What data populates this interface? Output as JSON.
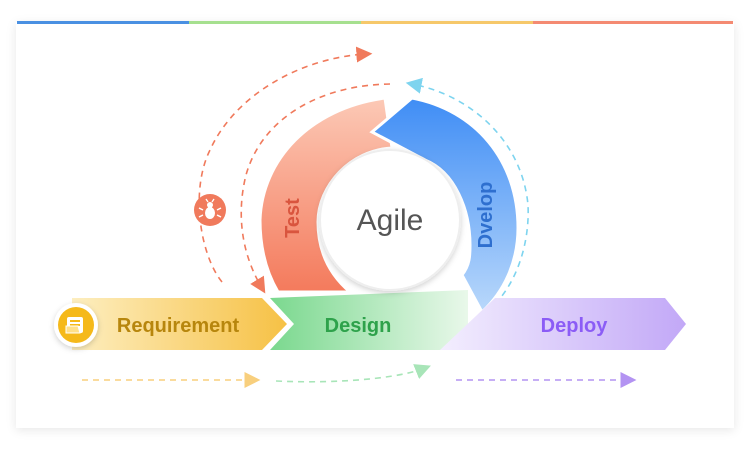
{
  "title_bar": {
    "colors": [
      "#4a90e2",
      "#a6e08f",
      "#f6c86a",
      "#f48a72"
    ]
  },
  "center": {
    "label": "Agile"
  },
  "cycle": {
    "test": {
      "label": "Test",
      "color": "#d9553e"
    },
    "dvelop": {
      "label": "Dvelop",
      "color": "#2e6fcf"
    }
  },
  "pipeline": {
    "requirement": {
      "label": "Requirement",
      "color": "#b7860d",
      "icon": "folder-document-icon"
    },
    "design": {
      "label": "Design",
      "color": "#2ea24b"
    },
    "deploy": {
      "label": "Deploy",
      "color": "#8b5cf6"
    }
  },
  "bug_marker": {
    "icon": "bug-icon",
    "color": "#f07a5c"
  }
}
